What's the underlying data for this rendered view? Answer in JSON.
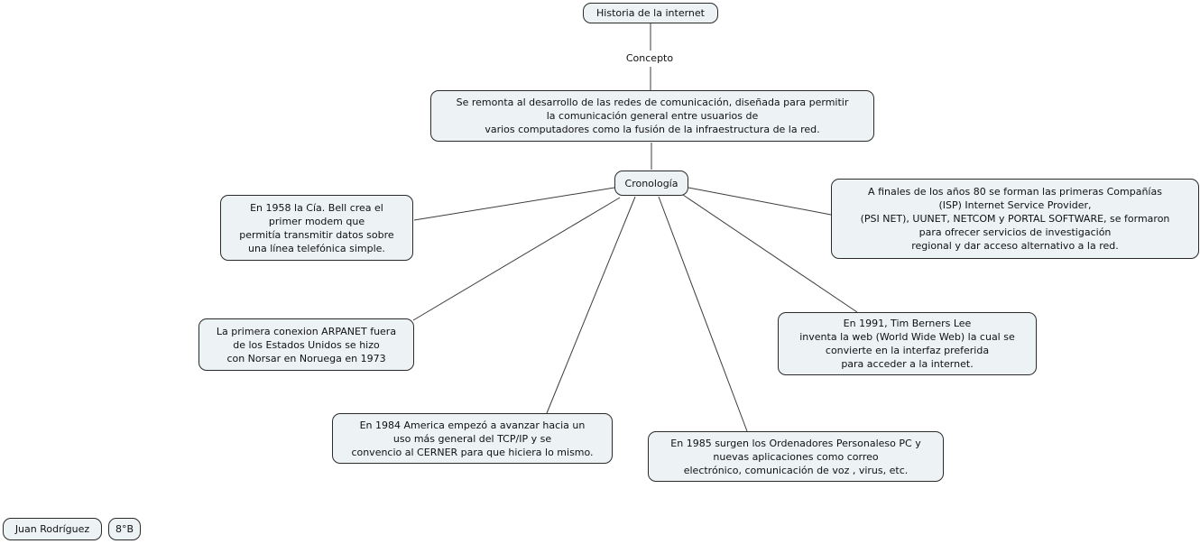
{
  "map": {
    "root": {
      "label": "Historia de la internet"
    },
    "link_label": "Concepto",
    "concept": {
      "text": "Se remonta al desarrollo de las redes de comunicación, diseñada para permitir\nla comunicación general entre usuarios de\nvarios computadores como la fusión de la infraestructura de la red."
    },
    "cronologia": {
      "label": "Cronología"
    },
    "events": [
      {
        "id": "1958-modem",
        "text": "En 1958 la Cía. Bell crea el\nprimer modem que\npermitía transmitir datos sobre\nuna línea telefónica simple."
      },
      {
        "id": "isp-anos-80",
        "text": "A finales de los años 80 se forman las primeras Compañías\n(ISP) Internet Service Provider,\n(PSI NET), UUNET, NETCOM y PORTAL SOFTWARE, se formaron\npara ofrecer servicios de investigación\nregional y dar acceso alternativo a la red."
      },
      {
        "id": "arpanet-1973",
        "text": "La primera conexion ARPANET fuera\nde los Estados Unidos se hizo\ncon Norsar en Noruega en 1973"
      },
      {
        "id": "1991-www",
        "text": "En 1991, Tim Berners Lee\ninventa la web (World Wide Web) la cual se\nconvierte en la interfaz preferida\npara acceder a la internet."
      },
      {
        "id": "1984-tcpip",
        "text": "En 1984 America empezó a avanzar hacia un\nuso más general del TCP/IP y se\nconvencio al CERNER para que hiciera lo mismo."
      },
      {
        "id": "1985-pc",
        "text": "En 1985 surgen los Ordenadores Personaleso PC y\nnuevas aplicaciones como correo\nelectrónico, comunicación de voz , virus, etc."
      }
    ],
    "connections": [
      {
        "from": "Historia de la internet",
        "label": "Concepto",
        "to": "concept"
      },
      {
        "from": "concept",
        "to": "Cronología"
      },
      {
        "from": "Cronología",
        "to": "1958-modem"
      },
      {
        "from": "Cronología",
        "to": "isp-anos-80"
      },
      {
        "from": "Cronología",
        "to": "arpanet-1973"
      },
      {
        "from": "Cronología",
        "to": "1984-tcpip"
      },
      {
        "from": "Cronología",
        "to": "1985-pc"
      },
      {
        "from": "Cronología",
        "to": "1991-www"
      }
    ]
  },
  "footer": {
    "author": "Juan Rodríguez",
    "grade": "8°B"
  },
  "colors": {
    "background": "#ffffff",
    "node_fill": "#edf2f5",
    "node_border": "#2b2b2b",
    "edge": "#3c3c3c",
    "text": "#111111"
  }
}
